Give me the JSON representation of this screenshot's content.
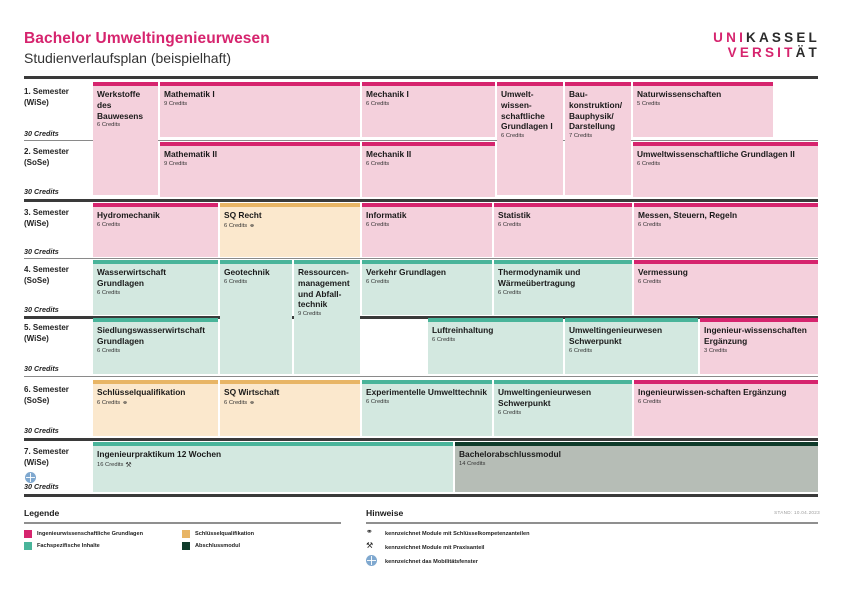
{
  "header": {
    "title": "Bachelor Umweltingenieurwesen",
    "subtitle": "Studienverlaufsplan (beispielhaft)",
    "logo_line1_pink": "UNI",
    "logo_line1_dark": "KASSEL",
    "logo_line2_pink": "VERSIT",
    "logo_line2_dark": "ÄT"
  },
  "stand": "STAND: 10.04.2023",
  "semesters": [
    {
      "label": "1. Semester",
      "season": "(WiSe)",
      "credits": "30 Credits"
    },
    {
      "label": "2. Semester",
      "season": "(SoSe)",
      "credits": "30 Credits"
    },
    {
      "label": "3. Semester",
      "season": "(WiSe)",
      "credits": "30 Credits"
    },
    {
      "label": "4. Semester",
      "season": "(SoSe)",
      "credits": "30 Credits"
    },
    {
      "label": "5. Semester",
      "season": "(WiSe)",
      "credits": "30 Credits"
    },
    {
      "label": "6. Semester",
      "season": "(SoSe)",
      "credits": "30 Credits"
    },
    {
      "label": "7. Semester",
      "season": "(WiSe)",
      "credits": "30 Credits"
    }
  ],
  "modules": [
    {
      "name": "Werkstoffe des Bauwesens",
      "credits": "6 Credits",
      "cat": "ing",
      "marks": ""
    },
    {
      "name": "Mathematik I",
      "credits": "9 Credits",
      "cat": "ing",
      "marks": ""
    },
    {
      "name": "Mechanik I",
      "credits": "6 Credits",
      "cat": "ing",
      "marks": ""
    },
    {
      "name": "Umwelt-wissen-schaftliche Grundlagen I",
      "credits": "6 Credits",
      "cat": "ing",
      "marks": ""
    },
    {
      "name": "Bau-konstruktion/ Bauphysik/ Darstellung",
      "credits": "7 Credits",
      "cat": "ing",
      "marks": ""
    },
    {
      "name": "Naturwissenschaften",
      "credits": "5 Credits",
      "cat": "ing",
      "marks": ""
    },
    {
      "name": "Mathematik II",
      "credits": "9 Credits",
      "cat": "ing",
      "marks": ""
    },
    {
      "name": "Mechanik II",
      "credits": "6 Credits",
      "cat": "ing",
      "marks": ""
    },
    {
      "name": "Umweltwissenschaftliche Grundlagen II",
      "credits": "6 Credits",
      "cat": "ing",
      "marks": ""
    },
    {
      "name": "Hydromechanik",
      "credits": "6 Credits",
      "cat": "ing",
      "marks": ""
    },
    {
      "name": "SQ Recht",
      "credits": "6 Credits",
      "cat": "sq",
      "marks": "key"
    },
    {
      "name": "Informatik",
      "credits": "6 Credits",
      "cat": "ing",
      "marks": ""
    },
    {
      "name": "Statistik",
      "credits": "6 Credits",
      "cat": "ing",
      "marks": ""
    },
    {
      "name": "Messen, Steuern, Regeln",
      "credits": "6 Credits",
      "cat": "ing",
      "marks": ""
    },
    {
      "name": "Wasserwirtschaft Grundlagen",
      "credits": "6 Credits",
      "cat": "fach",
      "marks": ""
    },
    {
      "name": "Geotechnik",
      "credits": "6 Credits",
      "cat": "fach",
      "marks": ""
    },
    {
      "name": "Ressourcen-management und Abfall-technik",
      "credits": "9 Credits",
      "cat": "fach",
      "marks": ""
    },
    {
      "name": "Verkehr Grundlagen",
      "credits": "6 Credits",
      "cat": "fach",
      "marks": ""
    },
    {
      "name": "Thermodynamik und Wärmeübertragung",
      "credits": "6 Credits",
      "cat": "fach",
      "marks": ""
    },
    {
      "name": "Vermessung",
      "credits": "6 Credits",
      "cat": "ing",
      "marks": ""
    },
    {
      "name": "Siedlungswasserwirtschaft Grundlagen",
      "credits": "6 Credits",
      "cat": "fach",
      "marks": ""
    },
    {
      "name": "Luftreinhaltung",
      "credits": "6 Credits",
      "cat": "fach",
      "marks": ""
    },
    {
      "name": "Umweltingenieurwesen Schwerpunkt",
      "credits": "6 Credits",
      "cat": "fach",
      "marks": ""
    },
    {
      "name": "Ingenieur-wissenschaften Ergänzung",
      "credits": "3 Credits",
      "cat": "ing",
      "marks": ""
    },
    {
      "name": "Schlüsselqualifikation",
      "credits": "6 Credits",
      "cat": "sq",
      "marks": "key"
    },
    {
      "name": "SQ Wirtschaft",
      "credits": "6 Credits",
      "cat": "sq",
      "marks": "key"
    },
    {
      "name": "Experimentelle Umwelttechnik",
      "credits": "6 Credits",
      "cat": "fach",
      "marks": ""
    },
    {
      "name": "Umweltingenieurwesen Schwerpunkt",
      "credits": "6 Credits",
      "cat": "fach",
      "marks": ""
    },
    {
      "name": "Ingenieurwissen-schaften Ergänzung",
      "credits": "6 Credits",
      "cat": "ing",
      "marks": ""
    },
    {
      "name": "Ingenieurpraktikum 12 Wochen",
      "credits": "16 Credits",
      "cat": "fach",
      "marks": "prax"
    },
    {
      "name": "Bachelorabschlussmodul",
      "credits": "14 Credits",
      "cat": "abs",
      "marks": ""
    }
  ],
  "legend": {
    "title": "Legende",
    "items": [
      {
        "label": "Ingenieurwissenschaftliche Grundlagen",
        "color": "#d6246e"
      },
      {
        "label": "Fachspezifische Inhalte",
        "color": "#49b49a"
      },
      {
        "label": "Schlüsselqualifikation",
        "color": "#e8b565"
      },
      {
        "label": "Abschlussmodul",
        "color": "#0f3b2a"
      }
    ]
  },
  "hints": {
    "title": "Hinweise",
    "items": [
      {
        "glyph": "⚭",
        "label": "kennzeichnet Module mit Schlüsselkompetenzanteilen"
      },
      {
        "glyph": "⚒",
        "label": "kennzeichnet Module mit Praxisanteil"
      },
      {
        "glyph": "globe",
        "label": "kennzeichnet das Mobilitätsfenster"
      }
    ]
  },
  "colors": {
    "accent": "#d6246e",
    "fach": "#49b49a",
    "sq": "#e8b565",
    "abschluss": "#0f3b2a"
  }
}
